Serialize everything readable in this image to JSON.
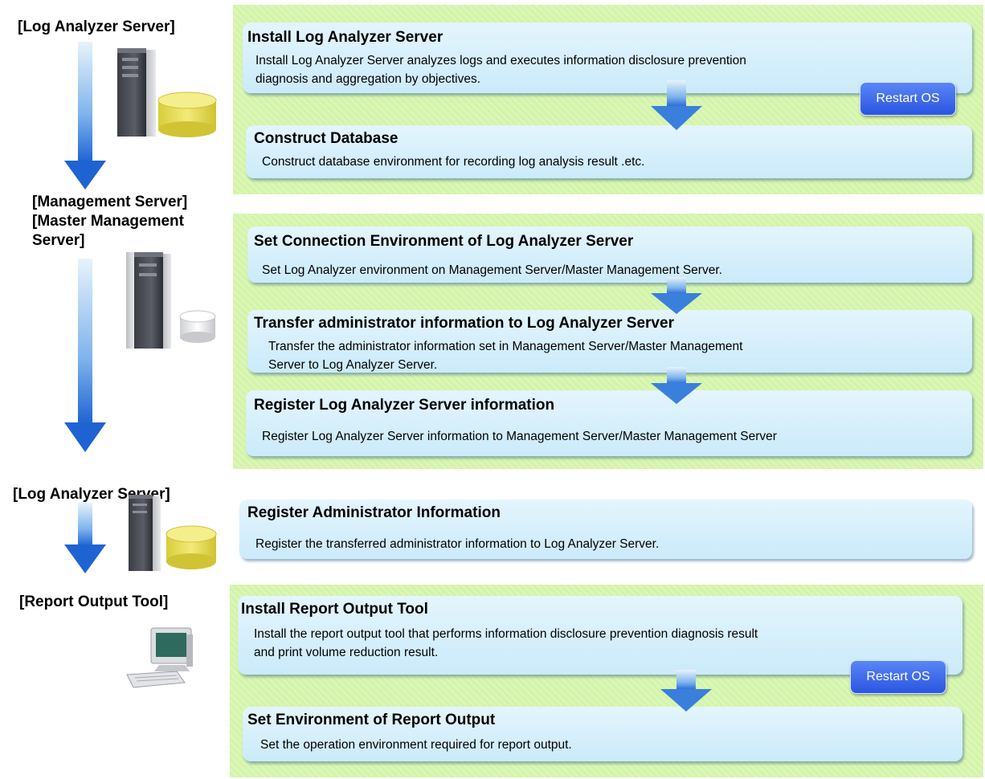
{
  "roles": {
    "log_analyzer_1": "[Log Analyzer Server]",
    "management_line1": "[Management Server]",
    "management_line2": "[Master Management",
    "management_line3": "Server]",
    "log_analyzer_2": "[Log Analyzer Server]",
    "report_output": "[Report Output Tool]"
  },
  "steps": [
    {
      "title": "Install Log Analyzer Server",
      "desc_line1": "Install Log Analyzer Server analyzes logs and executes information disclosure prevention",
      "desc_line2": "diagnosis and aggregation by objectives."
    },
    {
      "title": "Construct Database",
      "desc_line1": "Construct  database environment for recording log analysis result .etc."
    },
    {
      "title": "Set Connection Environment of Log Analyzer Server",
      "desc_line1": "Set Log Analyzer environment on Management Server/Master Management Server."
    },
    {
      "title": "Transfer administrator information to Log Analyzer Server",
      "desc_line1": "Transfer the administrator information set in Management Server/Master Management",
      "desc_line2": "Server to Log Analyzer Server."
    },
    {
      "title": "Register Log Analyzer Server information",
      "desc_line1": "Register Log Analyzer Server information to Management Server/Master Management Server"
    },
    {
      "title": "Register Administrator Information",
      "desc_line1": "Register the transferred  administrator information to Log Analyzer Server."
    },
    {
      "title": "Install Report Output Tool",
      "desc_line1": "Install the report output tool that performs information disclosure prevention diagnosis result",
      "desc_line2": "and print volume reduction result."
    },
    {
      "title": "Set Environment of Report Output",
      "desc_line1": "Set the operation environment required for report output."
    }
  ],
  "restart_buttons": [
    "Restart OS",
    "Restart OS"
  ],
  "colors": {
    "section_bg": "#d3f4a8",
    "step_bg": "#d6effb",
    "arrow_blue": "#2f7fdc",
    "button_blue": "#3a66ea"
  }
}
